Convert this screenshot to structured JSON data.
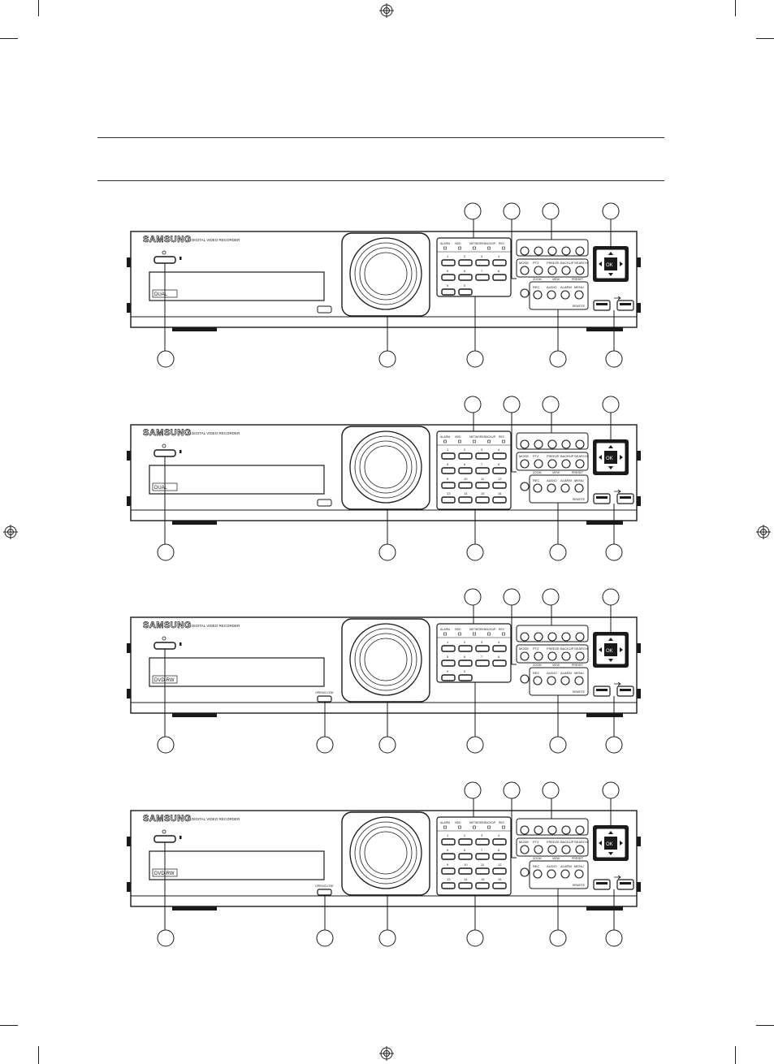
{
  "front_panels": [
    {
      "id": "panel-1",
      "brand": "SAMSUNG",
      "model_text": "DIGITAL VIDEO RECORDER",
      "dual_label": "DUAL",
      "led_labels": [
        "ALARM",
        "HDD",
        "NETWORK",
        "BACKUP",
        "REC"
      ],
      "keypad_rows": 3,
      "numpad": [
        "1",
        "2",
        "3",
        "4",
        "5",
        "6",
        "7",
        "8",
        "9",
        "0"
      ],
      "func_row1": [
        "MODE",
        "PTZ",
        "FREEZE",
        "BACKUP",
        "SEARCH"
      ],
      "func_row2": [
        "REC",
        "AUDIO",
        "ALARM",
        "MENU"
      ],
      "enter_label": "OK",
      "small_labels": [
        "ZOOM",
        "VIEW",
        "PRESET"
      ],
      "remote_label": "REMOTE",
      "has_usb_cover": false
    },
    {
      "id": "panel-2",
      "brand": "SAMSUNG",
      "model_text": "DIGITAL VIDEO RECORDER",
      "dual_label": "DUAL",
      "led_labels": [
        "ALARM",
        "HDD",
        "NETWORK",
        "BACKUP",
        "REC"
      ],
      "keypad_rows": 4,
      "numpad": [
        "1",
        "2",
        "3",
        "4",
        "5",
        "6",
        "7",
        "8",
        "9",
        "10",
        "11",
        "12",
        "13",
        "14",
        "15",
        "16"
      ],
      "func_row1": [
        "MODE",
        "PTZ",
        "FREEZE",
        "BACKUP",
        "SEARCH"
      ],
      "func_row2": [
        "REC",
        "AUDIO",
        "ALARM",
        "MENU"
      ],
      "enter_label": "OK",
      "small_labels": [
        "ZOOM",
        "VIEW",
        "PRESET"
      ],
      "remote_label": "REMOTE",
      "has_usb_cover": false
    },
    {
      "id": "panel-3",
      "brand": "SAMSUNG",
      "model_text": "DIGITAL VIDEO RECORDER",
      "dual_label": "DVD-RW",
      "led_labels": [
        "ALARM",
        "HDD",
        "NETWORK",
        "BACKUP",
        "REC"
      ],
      "keypad_rows": 3,
      "numpad": [
        "1",
        "2",
        "3",
        "4",
        "5",
        "6",
        "7",
        "8",
        "9",
        "0"
      ],
      "func_row1": [
        "MODE",
        "PTZ",
        "FREEZE",
        "BACKUP",
        "SEARCH"
      ],
      "func_row2": [
        "REC",
        "AUDIO",
        "ALARM",
        "MENU"
      ],
      "enter_label": "OK",
      "small_labels": [
        "ZOOM",
        "VIEW",
        "PRESET"
      ],
      "remote_label": "REMOTE",
      "eject_label": "OPEN/CLOSE",
      "has_usb_cover": false
    },
    {
      "id": "panel-4",
      "brand": "SAMSUNG",
      "model_text": "DIGITAL VIDEO RECORDER",
      "dual_label": "DVD-RW",
      "led_labels": [
        "ALARM",
        "HDD",
        "NETWORK",
        "BACKUP",
        "REC"
      ],
      "keypad_rows": 4,
      "numpad": [
        "1",
        "2",
        "3",
        "4",
        "5",
        "6",
        "7",
        "8",
        "9",
        "10",
        "11",
        "12",
        "13",
        "14",
        "15",
        "16"
      ],
      "func_row1": [
        "MODE",
        "PTZ",
        "FREEZE",
        "BACKUP",
        "SEARCH"
      ],
      "func_row2": [
        "REC",
        "AUDIO",
        "ALARM",
        "MENU"
      ],
      "enter_label": "OK",
      "small_labels": [
        "ZOOM",
        "VIEW",
        "PRESET"
      ],
      "remote_label": "REMOTE",
      "eject_label": "OPEN/CLOSE",
      "has_usb_cover": false
    }
  ],
  "colors": {
    "ink": "#1a1a1a",
    "panel_fill": "#ffffff",
    "shadow": "#1a1a1a"
  }
}
